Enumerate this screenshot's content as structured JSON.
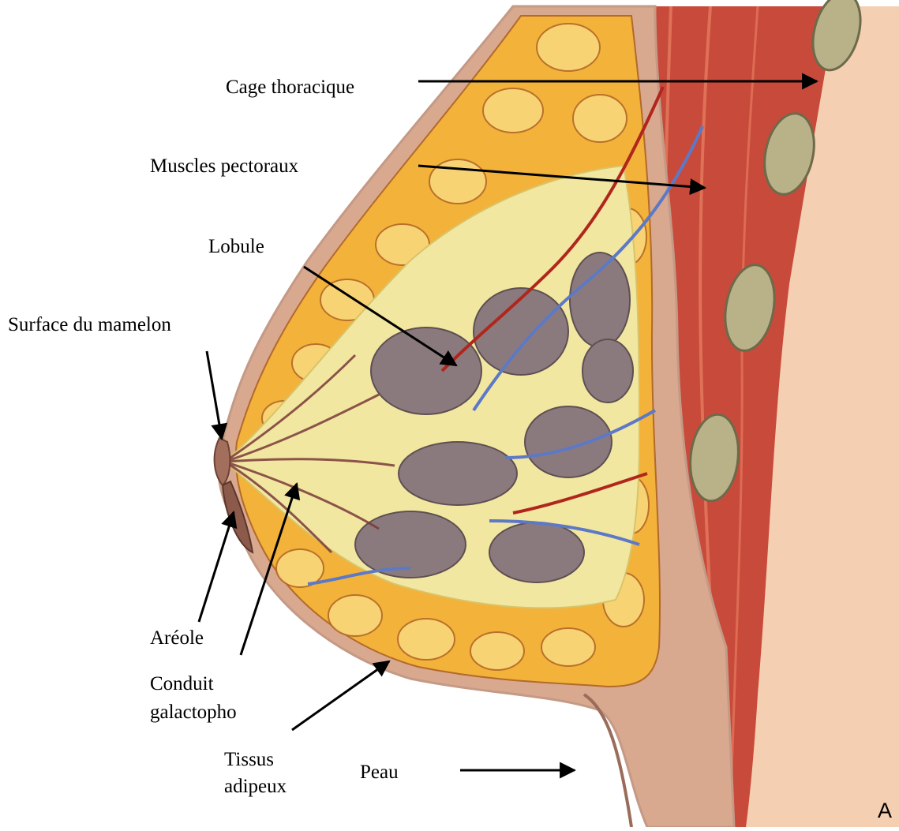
{
  "figure": {
    "panel_letter": "A",
    "labels": {
      "ribcage": "Cage thoracique",
      "pectoral_muscles": "Muscles pectoraux",
      "lobule": "Lobule",
      "nipple_surface": "Surface du mamelon",
      "areola": "Aréole",
      "milk_duct_line1": "Conduit",
      "milk_duct_line2": "galactopho",
      "adipose_line1": "Tissus",
      "adipose_line2": "adipeux",
      "skin": "Peau"
    }
  },
  "colors": {
    "skin": "#f5d2b4",
    "skin_edge": "#c49a86",
    "fat": "#f3b23a",
    "fat_light": "#f9d77a",
    "fat_outline": "#b36a2a",
    "stroma": "#f1e7a0",
    "lobule": "#8b7a7d",
    "muscle": "#c84a3b",
    "muscle_light": "#e57a5e",
    "rib": "#b9b187",
    "vein": "#5d79c6",
    "artery": "#b1261c",
    "arrow": "#000000"
  }
}
